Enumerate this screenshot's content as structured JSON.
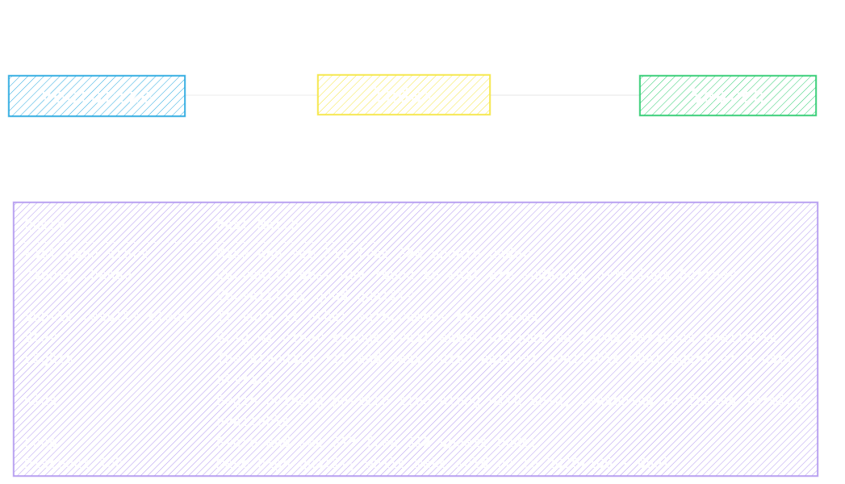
{
  "nodes": {
    "vectorize": {
      "label": "Vectorize",
      "color": "#29a9e0"
    },
    "index": {
      "label": "Index",
      "color": "#f5e642"
    },
    "search": {
      "label": "Search",
      "color": "#2ecc71"
    }
  },
  "table": {
    "color": "#b49bf0",
    "headers": {
      "query": "Query",
      "result": "Best Match"
    },
    "rows": [
      {
        "query": "Fast good start",
        "result": "Make and see 313 free 328 update under"
      },
      {
        "query": "Jaunty change",
        "result": "Currently best way found so what are suddenly offerings Furthey - Versatility good quality"
      },
      {
        "query": "Subtle results elect",
        "result": "It turn it other enforcement cost rooms"
      },
      {
        "query": "Star",
        "result": "Brig wi other change-treat about uniqued me Terms Parasons available"
      },
      {
        "query": "Lights",
        "result": "The standard fit and easy cuts, against available what Agent of a user attract"
      },
      {
        "query": "Kids",
        "result": "Begin nothing pattern tied along with uniq, reasoning ad Taking Terming available"
      },
      {
        "query": "Loop",
        "result": "Store and see 313 free 312 update Under"
      },
      {
        "query": "Discount job",
        "result": "Make high quality while make sold up to 2020/100 + dual"
      }
    ]
  }
}
